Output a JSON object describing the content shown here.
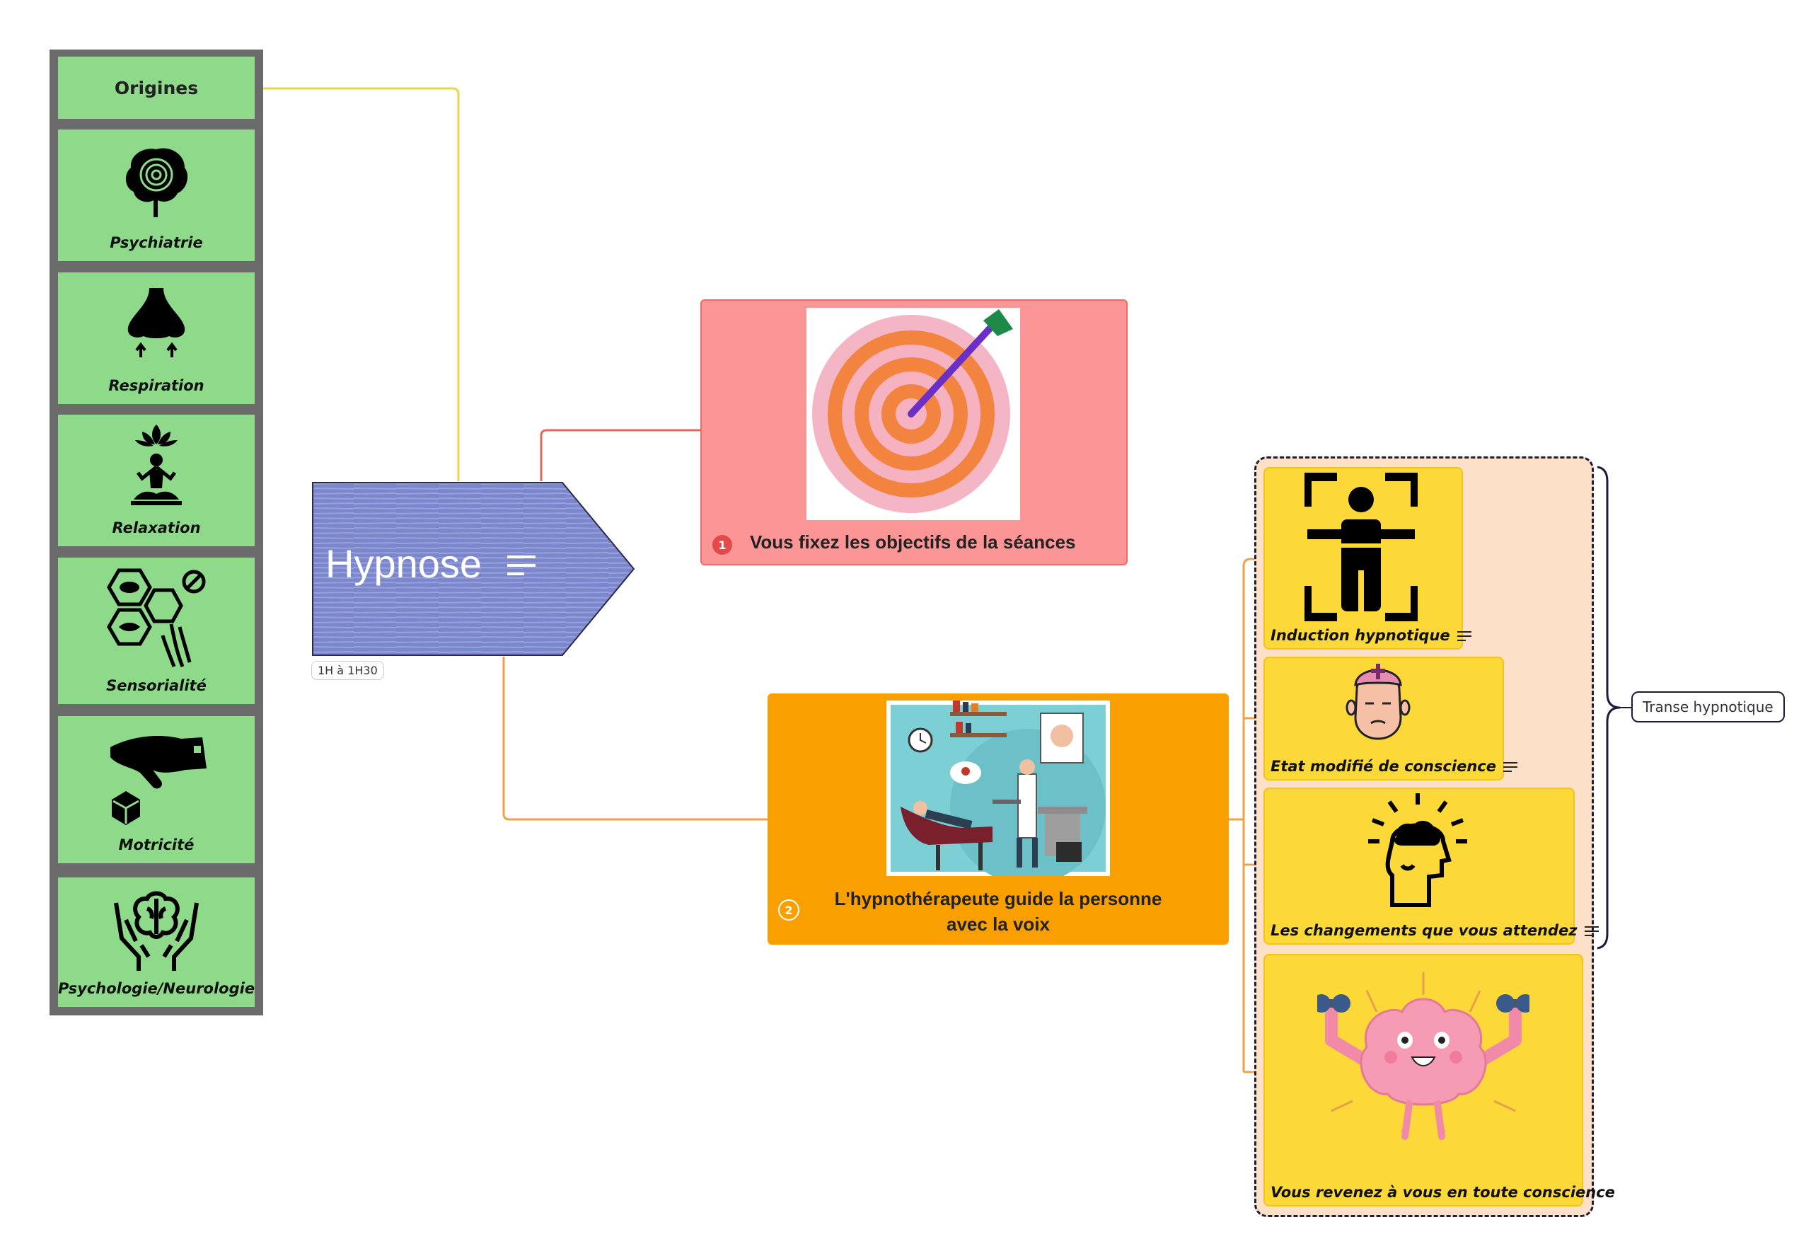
{
  "central": {
    "title": "Hypnose",
    "duration": "1H à 1H30"
  },
  "origins": {
    "header": "Origines",
    "items": [
      {
        "label": "Psychiatrie",
        "icon": "brain-spiral-icon"
      },
      {
        "label": "Respiration",
        "icon": "nose-breathing-icon"
      },
      {
        "label": "Relaxation",
        "icon": "meditation-lotus-icon"
      },
      {
        "label": "Sensorialité",
        "icon": "senses-icon"
      },
      {
        "label": "Motricité",
        "icon": "hand-grab-icon"
      },
      {
        "label": "Psychologie/Neurologie",
        "icon": "hands-brain-icon"
      }
    ]
  },
  "topics": [
    {
      "number": "1",
      "title": "Vous fixez les objectifs de la séances",
      "image": "target-dart-image",
      "color": "#fc9595"
    },
    {
      "number": "2",
      "title_line1": "L'hypnothérapeute guide la personne",
      "title_line2": "avec la voix",
      "image": "therapist-patient-image",
      "color": "#f9a000"
    }
  ],
  "stages": [
    {
      "label": "Induction hypnotique",
      "icon": "person-focus-icon",
      "has_note": true
    },
    {
      "label": "Etat modifié de conscience",
      "icon": "head-brain-icon",
      "has_note": true
    },
    {
      "label": "Les changements que vous attendez",
      "icon": "idea-head-icon",
      "has_note": true
    },
    {
      "label": "Vous revenez à vous en toute conscience",
      "icon": "strong-brain-icon",
      "has_note": false
    }
  ],
  "summary": {
    "label": "Transe hypnotique"
  },
  "colors": {
    "origins": "#8ed98a",
    "central": "#7b86cc",
    "topic1": "#fc9595",
    "topic2": "#f9a000",
    "stage": "#fcd839",
    "group": "#fde0c8"
  }
}
